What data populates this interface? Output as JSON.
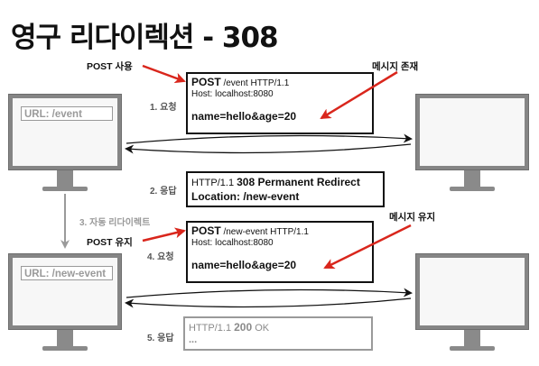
{
  "title": "영구 리다이렉션 - 308",
  "browser_top": {
    "url": "URL: /event"
  },
  "browser_bottom": {
    "url": "URL: /new-event"
  },
  "request1": {
    "method": "POST",
    "request_line": " /event HTTP/1.1",
    "host": "Host: localhost:8080",
    "body": "name=hello&age=20"
  },
  "response1": {
    "status_prefix": "HTTP/1.1 ",
    "status_code": "308 Permanent Redirect",
    "location": "Location: /new-event"
  },
  "request2": {
    "method": "POST",
    "request_line": " /new-event HTTP/1.1",
    "host": "Host: localhost:8080",
    "body": "name=hello&age=20"
  },
  "response2": {
    "status_prefix": "HTTP/1.1 ",
    "status_code": "200",
    "status_text": " OK",
    "ellipsis": "..."
  },
  "steps": {
    "s1": "1. 요청",
    "s2": "2. 응답",
    "s3": "3. 자동 리다이렉트",
    "s4": "4. 요청",
    "s5": "5. 응답"
  },
  "annotations": {
    "post_use": "POST 사용",
    "post_keep": "POST 유지",
    "msg_exist": "메시지 존재",
    "msg_keep": "메시지 유지"
  },
  "colors": {
    "accent_red": "#d9261c",
    "monitor_gray": "#858585",
    "muted_text": "#9a9a9a"
  }
}
